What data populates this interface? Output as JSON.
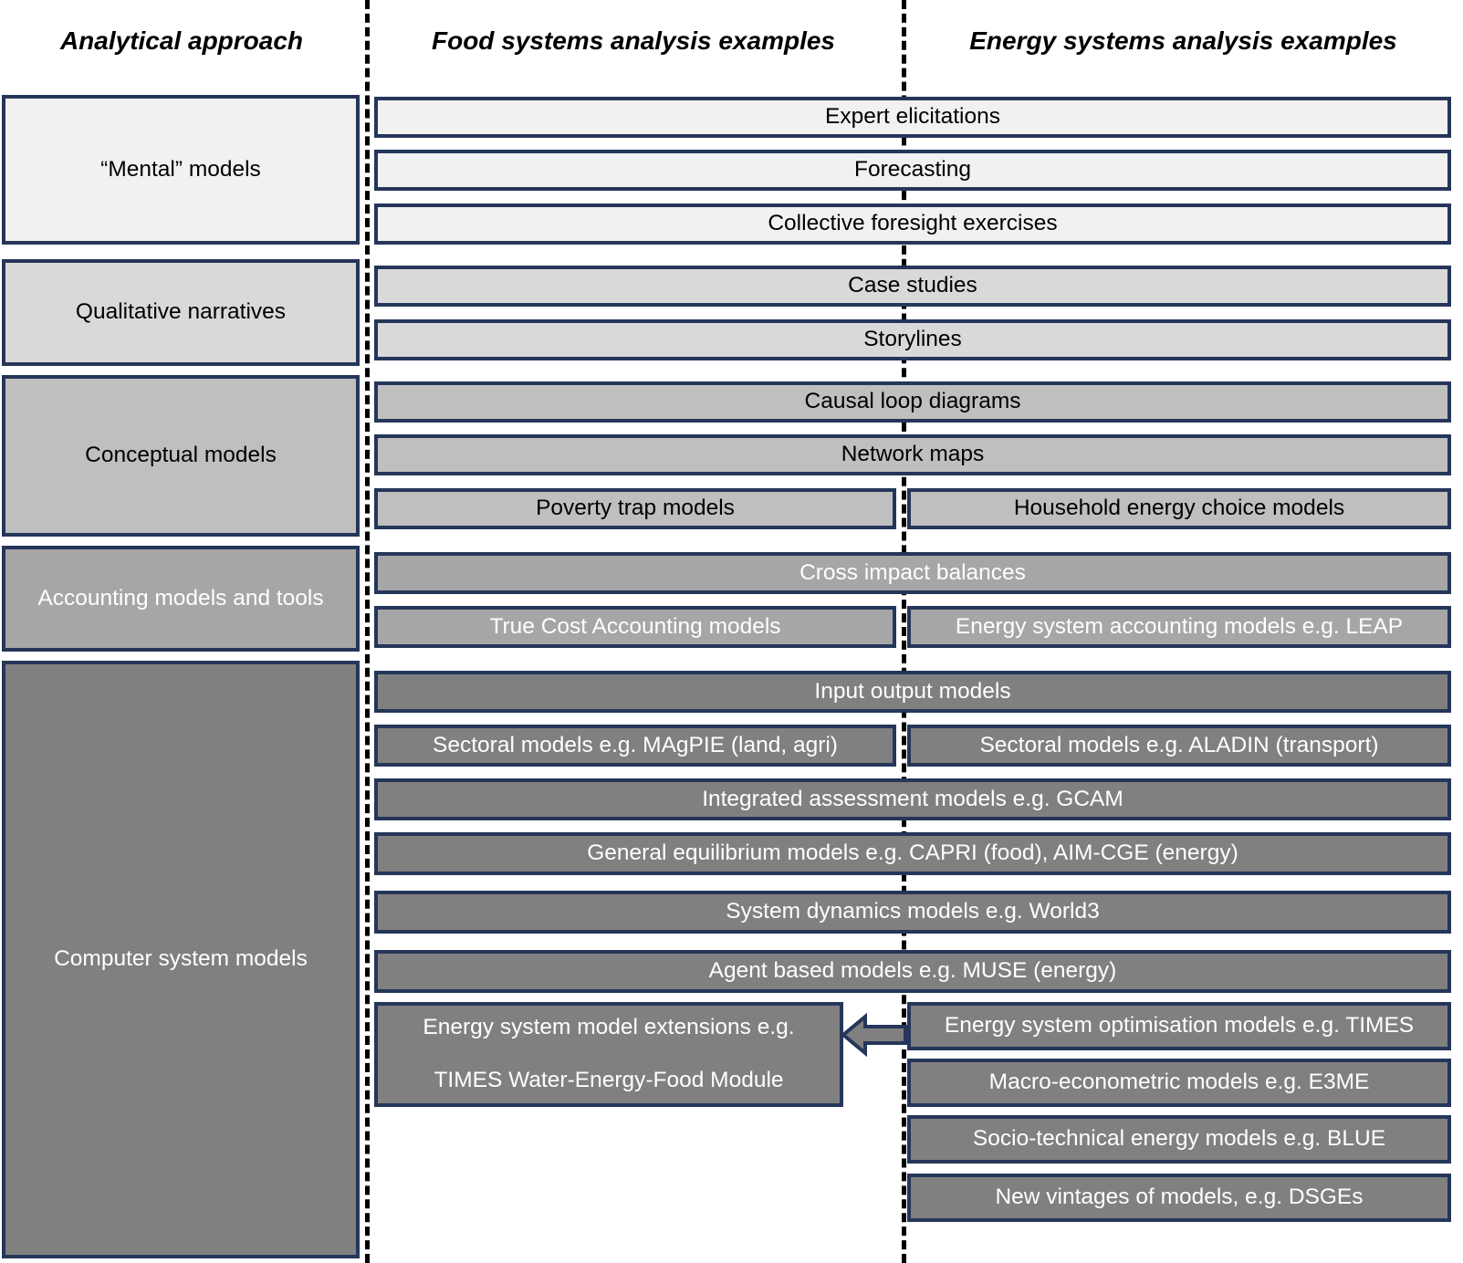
{
  "headers": {
    "approach": "Analytical approach",
    "food": "Food systems analysis examples",
    "energy": "Energy systems analysis examples"
  },
  "colors": {
    "border": "#25365a",
    "tone_mental": "#f1f1f1",
    "tone_qualitative": "#d9d9d9",
    "tone_conceptual": "#bfbfbf",
    "tone_accounting": "#a6a6a6",
    "tone_computer": "#808080",
    "arrow_fill": "#808080",
    "arrow_border": "#25365a",
    "divider": "#000000"
  },
  "approaches": {
    "mental": "“Mental” models",
    "qualitative": "Qualitative narratives",
    "conceptual": "Conceptual models",
    "accounting": "Accounting models and tools",
    "computer": "Computer system models"
  },
  "rows": {
    "mental": [
      {
        "kind": "full",
        "label": "Expert elicitations"
      },
      {
        "kind": "full",
        "label": "Forecasting"
      },
      {
        "kind": "full",
        "label": "Collective foresight exercises"
      }
    ],
    "qualitative": [
      {
        "kind": "full",
        "label": "Case studies"
      },
      {
        "kind": "full",
        "label": "Storylines"
      }
    ],
    "conceptual": [
      {
        "kind": "full",
        "label": "Causal loop diagrams"
      },
      {
        "kind": "full",
        "label": "Network maps"
      },
      {
        "kind": "split",
        "food": "Poverty trap models",
        "energy": "Household energy choice models"
      }
    ],
    "accounting": [
      {
        "kind": "full",
        "label": "Cross impact balances"
      },
      {
        "kind": "split",
        "food": "True Cost Accounting models",
        "energy": "Energy system accounting models e.g. LEAP"
      }
    ],
    "computer": [
      {
        "kind": "full",
        "label": "Input output models"
      },
      {
        "kind": "split",
        "food": "Sectoral models e.g. MAgPIE (land, agri)",
        "energy": "Sectoral models e.g. ALADIN (transport)"
      },
      {
        "kind": "full",
        "label": "Integrated assessment models e.g. GCAM"
      },
      {
        "kind": "full",
        "label": "General equilibrium models e.g. CAPRI (food), AIM-CGE (energy)"
      },
      {
        "kind": "full",
        "label": "System dynamics models e.g. World3"
      },
      {
        "kind": "full",
        "label": "Agent based models e.g.  MUSE (energy)"
      }
    ],
    "computer_food_tall": {
      "line1": "Energy system model extensions e.g.",
      "line2": "TIMES Water-Energy-Food Module"
    },
    "computer_energy_only": [
      "Energy system optimisation models e.g. TIMES",
      "Macro-econometric models e.g. E3ME",
      "Socio-technical energy models e.g. BLUE",
      "New vintages of models, e.g. DSGEs"
    ]
  },
  "arrow": {
    "name": "left-arrow",
    "direction": "left",
    "meaning": "Energy system optimisation models feed into energy system model extensions"
  }
}
